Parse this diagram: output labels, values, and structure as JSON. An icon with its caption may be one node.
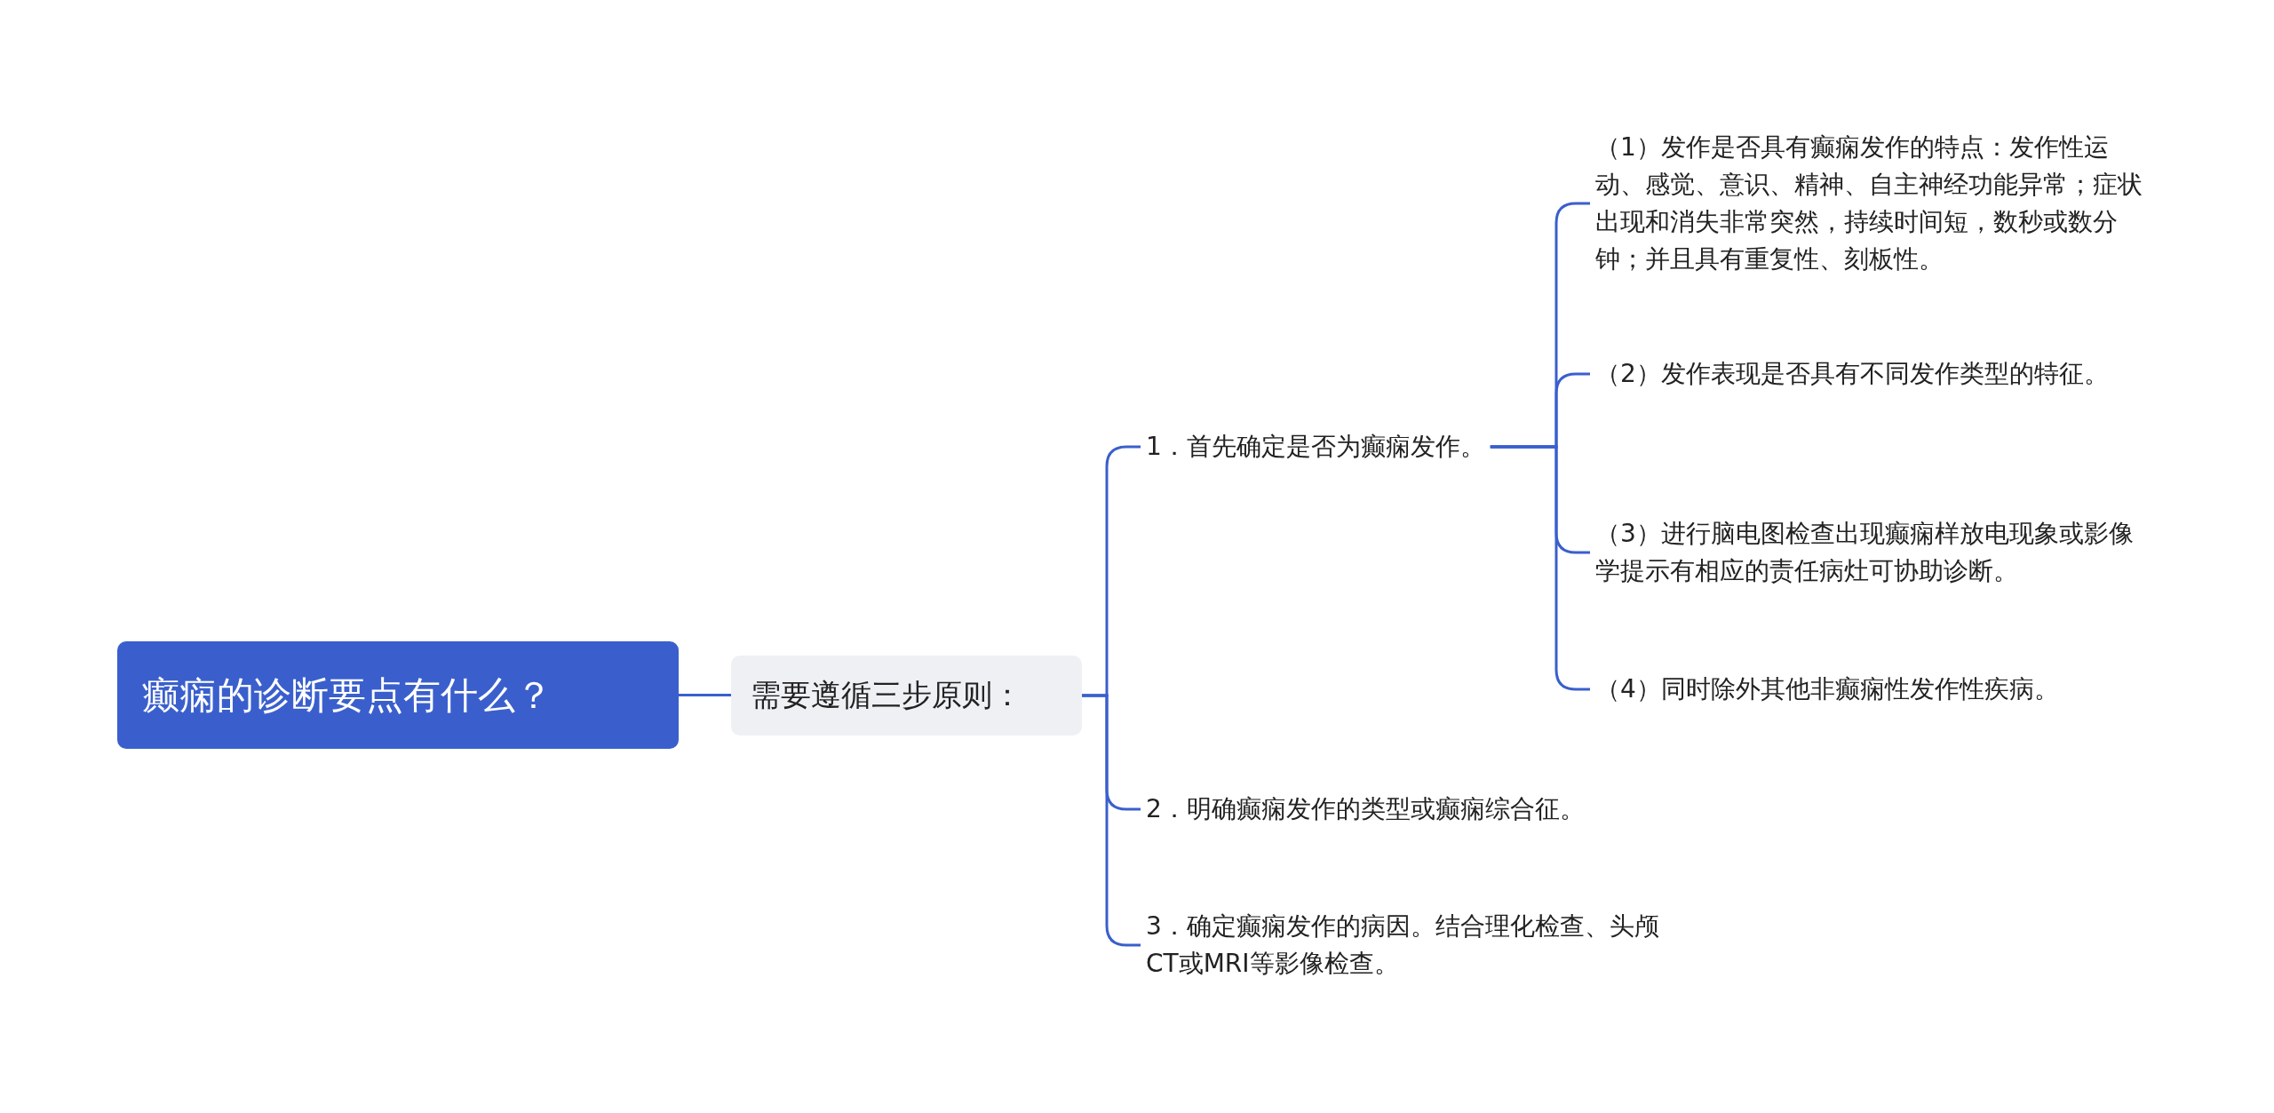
{
  "diagram": {
    "nodes": [
      {
        "text": [
          "癫痫的诊断要点有什么？"
        ]
      },
      {
        "text": [
          "需要遵循三步原则："
        ]
      },
      {
        "text": [
          "1．首先确定是否为癫痫发作。"
        ]
      },
      {
        "text": [
          "2．明确癫痫发作的类型或癫痫综合征。"
        ]
      },
      {
        "text": [
          "3．确定癫痫发作的病因。结合理化检查、头颅CT或MRI等影像检查。"
        ]
      },
      {
        "text": [
          "（1）发作是否具有癫痫发作的特点：发作性运动、感觉、意识、精神、自主神经功能异常；症状出现和消失非常突然，持续时间短，数秒或数分钟；并且具有重复性、刻板性。"
        ]
      },
      {
        "text": [
          "（2）发作表现是否具有不同发作类型的特征。"
        ]
      },
      {
        "text": [
          "（3）进行脑电图检查出现癫痫样放电现象或影像学提示有相应的责任病灶可协助诊断。"
        ]
      },
      {
        "text": [
          "（4）同时除外其他非癫痫性发作性疾病。"
        ]
      }
    ],
    "edges": [
      {
        "from": 0,
        "to": 1,
        "arrow": "none"
      },
      {
        "from": 1,
        "to": 2,
        "arrow": "none"
      },
      {
        "from": 1,
        "to": 3,
        "arrow": "none"
      },
      {
        "from": 1,
        "to": 4,
        "arrow": "none"
      },
      {
        "from": 2,
        "to": 5,
        "arrow": "none"
      },
      {
        "from": 2,
        "to": 6,
        "arrow": "none"
      },
      {
        "from": 2,
        "to": 7,
        "arrow": "none"
      },
      {
        "from": 2,
        "to": 8,
        "arrow": "none"
      }
    ]
  }
}
